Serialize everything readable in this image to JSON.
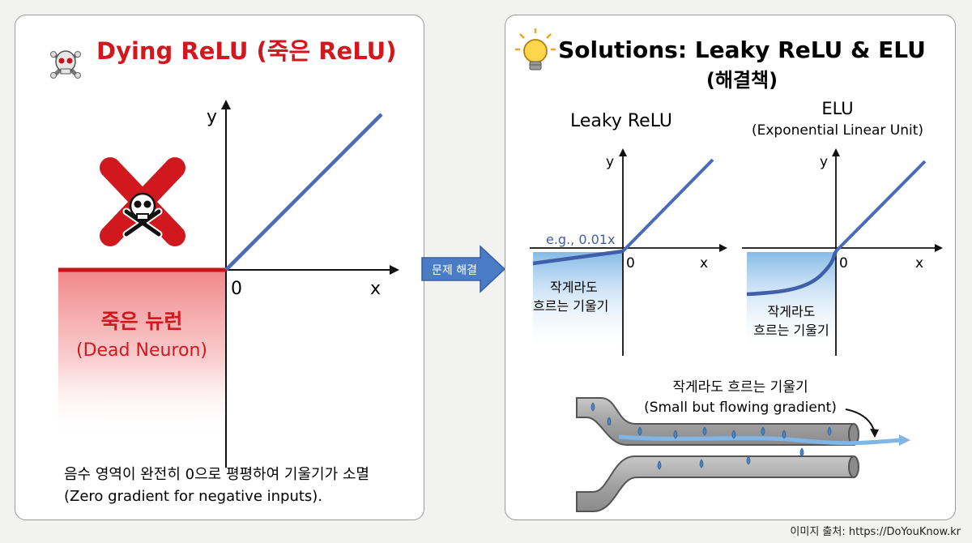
{
  "colors": {
    "danger": "#d0181e",
    "line": "#4a6cb5",
    "axis": "#111111",
    "dead_fill": "#f28a8c",
    "flow_fill": "#7fb6e6",
    "pipe": "#a9a9a9",
    "drop": "#4d86c2"
  },
  "left": {
    "title": "Dying ReLU (죽은 ReLU)",
    "axis_x": "x",
    "axis_y": "y",
    "origin": "0",
    "dead_label_ko": "죽은 뉴런",
    "dead_label_en": "(Dead Neuron)",
    "caption_ko": "음수 영역이 완전히 0으로 평평하여 기울기가 소멸",
    "caption_en": "(Zero gradient for negative inputs).",
    "icons": [
      "skull-crossbones-icon",
      "red-x-icon"
    ]
  },
  "arrow_label": "문제 해결",
  "right": {
    "title_line1": "Solutions: Leaky ReLU & ELU",
    "title_line2": "(해결책)",
    "icon": "lightbulb-icon",
    "leaky": {
      "title": "Leaky ReLU",
      "axis_x": "x",
      "axis_y": "y",
      "origin": "0",
      "annotation": "e.g., 0.01x",
      "region_label_line1": "작게라도",
      "region_label_line2": "흐르는 기울기"
    },
    "elu": {
      "title": "ELU",
      "subtitle": "(Exponential Linear Unit)",
      "axis_x": "x",
      "axis_y": "y",
      "origin": "0",
      "region_label_line1": "작게라도",
      "region_label_line2": "흐르는 기울기"
    },
    "flow": {
      "label_ko": "작게라도 흐르는 기울기",
      "label_en": "(Small but flowing gradient)"
    }
  },
  "source_credit": "이미지 출처: https://DoYouKnow.kr"
}
